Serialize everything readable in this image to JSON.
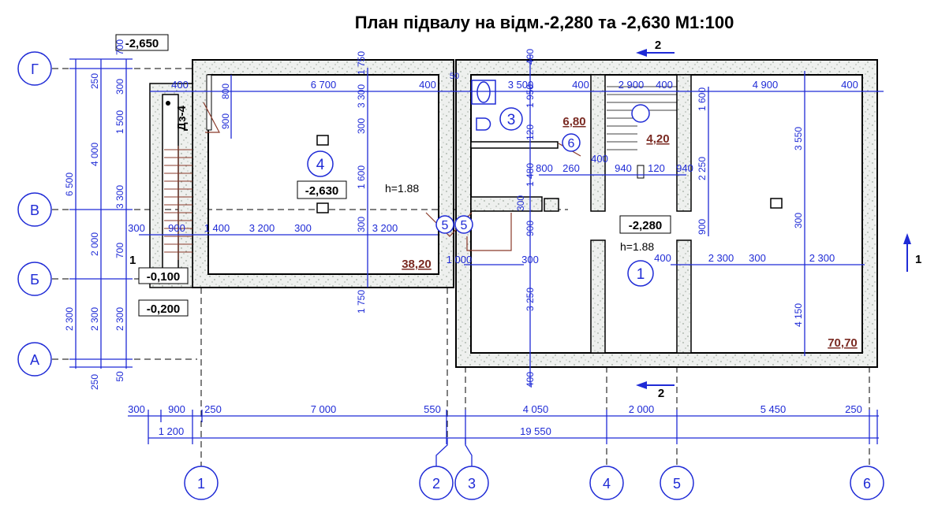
{
  "title": "План підвалу на відм.-2,280 та -2,630 М1:100",
  "axes_rows": [
    "Г",
    "В",
    "Б",
    "А"
  ],
  "axes_cols": [
    "1",
    "2",
    "3",
    "4",
    "5",
    "6"
  ],
  "rooms": {
    "r1": {
      "num": "1",
      "area": "70,70",
      "height": "h=1.88",
      "level": "-2,280"
    },
    "r3": {
      "num": "3",
      "area": "6,80"
    },
    "r4": {
      "num": "4",
      "area": "38,20",
      "height": "h=1.88",
      "level": "-2,630"
    },
    "r5": {
      "num": "5"
    },
    "r6": {
      "num": "6",
      "area": "4,20"
    }
  },
  "levels": {
    "top": "-2,650",
    "b1": "-0,100",
    "b2": "-0,200"
  },
  "door_label": "Дз-4",
  "section_marks": {
    "s1": "1",
    "s2": "2"
  },
  "bottom_dims": {
    "row1": [
      "300",
      "900",
      "250",
      "7 000",
      "550",
      "4 050",
      "2 000",
      "5 450",
      "250"
    ],
    "row2": [
      "1 200",
      "19 550"
    ]
  },
  "left_dims": {
    "outer": "6 500",
    "mid": [
      "250",
      "4 000",
      "2 000",
      "2 300",
      "250"
    ],
    "inner": [
      "300",
      "1 500",
      "3 300",
      "700",
      "2 300",
      "50",
      "700"
    ]
  },
  "plan_dims": {
    "top_row": [
      "400",
      "6 700",
      "400",
      "50",
      "3 500",
      "400",
      "2 900",
      "400",
      "4 900",
      "400"
    ],
    "mid_row": [
      "300",
      "900",
      "1 400",
      "3 200",
      "300",
      "3 200"
    ],
    "r4_vert": [
      "1 750",
      "3 300",
      "1 600",
      "300",
      "1 750"
    ],
    "lower_left": [
      "1 000",
      "300"
    ],
    "center_row": [
      "800",
      "260",
      "400",
      "940",
      "120",
      "940"
    ],
    "center_vert": [
      "400",
      "1 950",
      "120",
      "1 480",
      "300",
      "900",
      "3 250",
      "400"
    ],
    "right_row": [
      "400",
      "2 300",
      "300",
      "2 300"
    ],
    "right_vert": [
      "1 600",
      "2 250",
      "900",
      "3 550",
      "300",
      "4 150"
    ],
    "stair_dims": [
      "800",
      "900"
    ]
  }
}
